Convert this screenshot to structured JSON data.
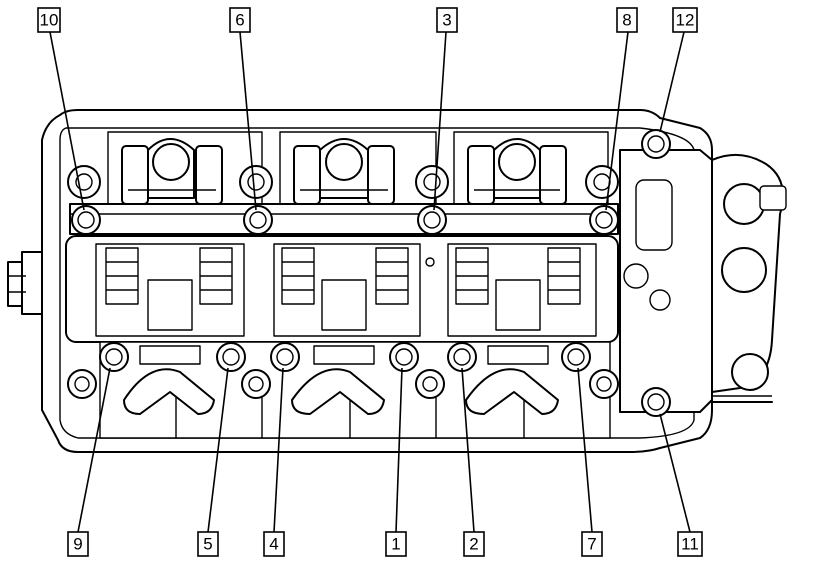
{
  "bolt_labels": {
    "b1": "1",
    "b2": "2",
    "b3": "3",
    "b4": "4",
    "b5": "5",
    "b6": "6",
    "b7": "7",
    "b8": "8",
    "b9": "9",
    "b10": "10",
    "b11": "11",
    "b12": "12"
  }
}
